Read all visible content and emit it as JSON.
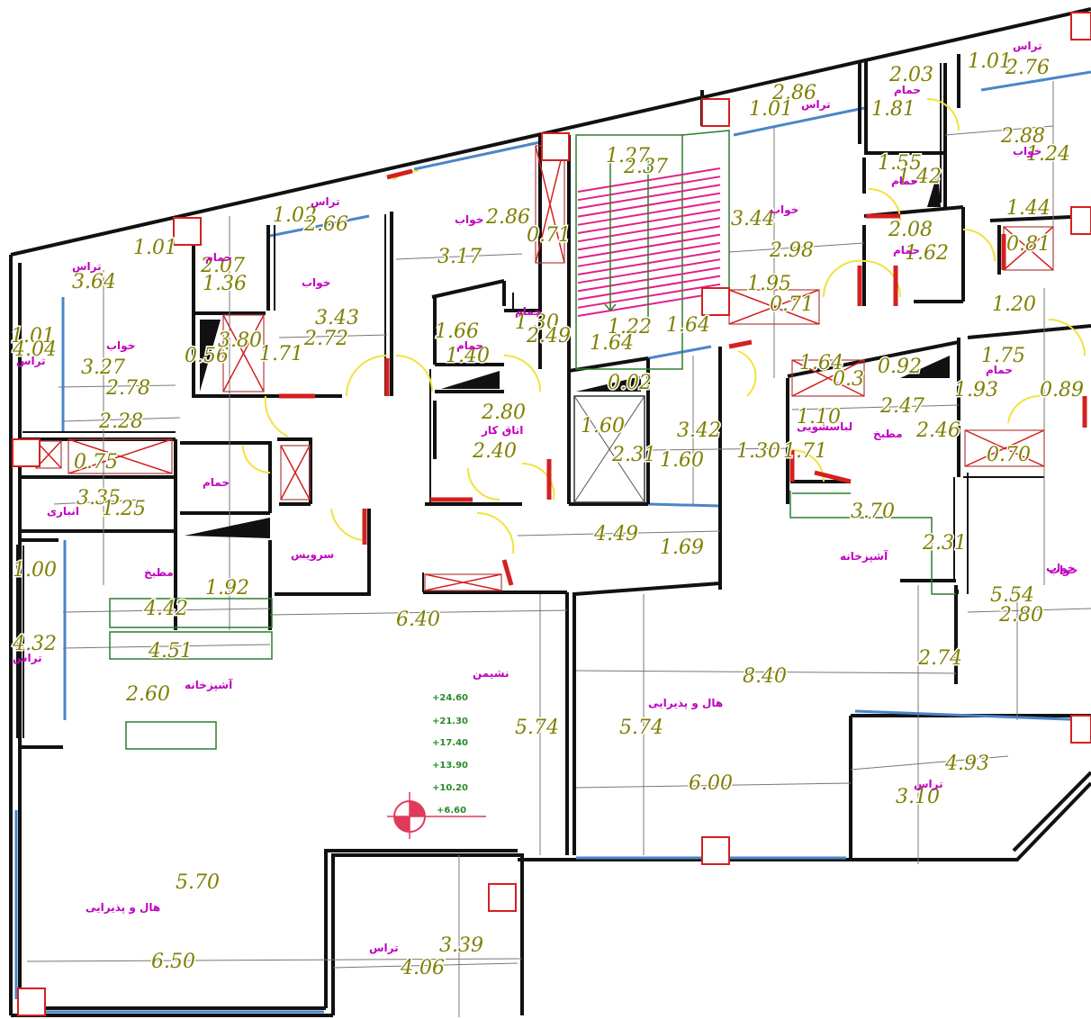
{
  "dimensions": [
    {
      "id": "d1",
      "v": "2.03"
    },
    {
      "id": "d2",
      "v": "1.01"
    },
    {
      "id": "d3",
      "v": "2.76"
    },
    {
      "id": "d4",
      "v": "2.86"
    },
    {
      "id": "d5",
      "v": "1.01"
    },
    {
      "id": "d6",
      "v": "1.81"
    },
    {
      "id": "d7",
      "v": "2.88"
    },
    {
      "id": "d8",
      "v": "1.24"
    },
    {
      "id": "d9",
      "v": "1.27"
    },
    {
      "id": "d10",
      "v": "2.37"
    },
    {
      "id": "d11",
      "v": "1.55"
    },
    {
      "id": "d12",
      "v": "1.42"
    },
    {
      "id": "d13",
      "v": "1.02"
    },
    {
      "id": "d14",
      "v": "2.66"
    },
    {
      "id": "d15",
      "v": "2.86"
    },
    {
      "id": "d16",
      "v": "3.44"
    },
    {
      "id": "d17",
      "v": "1.44"
    },
    {
      "id": "d18",
      "v": "0.71"
    },
    {
      "id": "d19",
      "v": "2.08"
    },
    {
      "id": "d20",
      "v": "0.81"
    },
    {
      "id": "d21",
      "v": "1.01"
    },
    {
      "id": "d22",
      "v": "2.07"
    },
    {
      "id": "d23",
      "v": "3.17"
    },
    {
      "id": "d24",
      "v": "2.98"
    },
    {
      "id": "d25",
      "v": "1.62"
    },
    {
      "id": "d26",
      "v": "3.64"
    },
    {
      "id": "d27",
      "v": "1.36"
    },
    {
      "id": "d28",
      "v": "1.95"
    },
    {
      "id": "d29",
      "v": "0.71"
    },
    {
      "id": "d30",
      "v": "1.20"
    },
    {
      "id": "d31",
      "v": "3.43"
    },
    {
      "id": "d32",
      "v": "1.66"
    },
    {
      "id": "d33",
      "v": "1.30"
    },
    {
      "id": "d34",
      "v": "1.22"
    },
    {
      "id": "d35",
      "v": "1.64"
    },
    {
      "id": "d36",
      "v": "1.01"
    },
    {
      "id": "d37",
      "v": "0.56"
    },
    {
      "id": "d38",
      "v": "3.80"
    },
    {
      "id": "d39",
      "v": "2.72"
    },
    {
      "id": "d40",
      "v": "2.49"
    },
    {
      "id": "d41",
      "v": "1.64"
    },
    {
      "id": "d42",
      "v": "1.75"
    },
    {
      "id": "d43",
      "v": "3.27"
    },
    {
      "id": "d44",
      "v": "1.71"
    },
    {
      "id": "d45",
      "v": "1.40"
    },
    {
      "id": "d46",
      "v": "1.64"
    },
    {
      "id": "d47",
      "v": "0.92"
    },
    {
      "id": "d48",
      "v": "0.89"
    },
    {
      "id": "d49",
      "v": "2.78"
    },
    {
      "id": "d50",
      "v": "0.02"
    },
    {
      "id": "d51",
      "v": "0.3"
    },
    {
      "id": "d52",
      "v": "1.93"
    },
    {
      "id": "d53",
      "v": "2.28"
    },
    {
      "id": "d54",
      "v": "2.80"
    },
    {
      "id": "d55",
      "v": "1.60"
    },
    {
      "id": "d56",
      "v": "2.47"
    },
    {
      "id": "d57",
      "v": "1.10"
    },
    {
      "id": "d58",
      "v": "3.42"
    },
    {
      "id": "d59",
      "v": "2.46"
    },
    {
      "id": "d60",
      "v": "0.75"
    },
    {
      "id": "d61",
      "v": "2.40"
    },
    {
      "id": "d62",
      "v": "2.31"
    },
    {
      "id": "d63",
      "v": "1.60"
    },
    {
      "id": "d64",
      "v": "1.30"
    },
    {
      "id": "d65",
      "v": "1.71"
    },
    {
      "id": "d66",
      "v": "0.70"
    },
    {
      "id": "d67",
      "v": "3.35"
    },
    {
      "id": "d68",
      "v": "1.25"
    },
    {
      "id": "d69",
      "v": "3.70"
    },
    {
      "id": "d70",
      "v": "4.49"
    },
    {
      "id": "d71",
      "v": "1.69"
    },
    {
      "id": "d72",
      "v": "2.31"
    },
    {
      "id": "d73",
      "v": "1.00"
    },
    {
      "id": "d74",
      "v": "1.92"
    },
    {
      "id": "d75",
      "v": "5.54"
    },
    {
      "id": "d76",
      "v": "4.42"
    },
    {
      "id": "d77",
      "v": "6.40"
    },
    {
      "id": "d78",
      "v": "2.80"
    },
    {
      "id": "d79",
      "v": "4.32"
    },
    {
      "id": "d80",
      "v": "4.51"
    },
    {
      "id": "d81",
      "v": "2.74"
    },
    {
      "id": "d82",
      "v": "8.40"
    },
    {
      "id": "d83",
      "v": "2.60"
    },
    {
      "id": "d84",
      "v": "5.74"
    },
    {
      "id": "d85",
      "v": "5.74"
    },
    {
      "id": "d86",
      "v": "4.93"
    },
    {
      "id": "d87",
      "v": "6.00"
    },
    {
      "id": "d88",
      "v": "3.10"
    },
    {
      "id": "d89",
      "v": "5.70"
    },
    {
      "id": "d90",
      "v": "3.39"
    },
    {
      "id": "d91",
      "v": "6.50"
    },
    {
      "id": "d92",
      "v": "4.06"
    },
    {
      "id": "d93",
      "v": "4.04"
    }
  ],
  "rooms": [
    {
      "id": "r1",
      "v": "تراس"
    },
    {
      "id": "r2",
      "v": "حمام"
    },
    {
      "id": "r3",
      "v": "تراس"
    },
    {
      "id": "r4",
      "v": "خواب"
    },
    {
      "id": "r5",
      "v": "تراس"
    },
    {
      "id": "r6",
      "v": "خواب"
    },
    {
      "id": "r7",
      "v": "خواب"
    },
    {
      "id": "r8",
      "v": "حمام"
    },
    {
      "id": "r9",
      "v": "حمام"
    },
    {
      "id": "r10",
      "v": "خواب"
    },
    {
      "id": "r11",
      "v": "تراس"
    },
    {
      "id": "r12",
      "v": "خواب"
    },
    {
      "id": "r13",
      "v": "حمام"
    },
    {
      "id": "r14",
      "v": "تراس"
    },
    {
      "id": "r15",
      "v": "خواب"
    },
    {
      "id": "r16",
      "v": "حمام"
    },
    {
      "id": "r17",
      "v": "حمام"
    },
    {
      "id": "r18",
      "v": "اتاق کار"
    },
    {
      "id": "r19",
      "v": "حمام"
    },
    {
      "id": "r20",
      "v": "لباسشویی"
    },
    {
      "id": "r21",
      "v": "مطبخ"
    },
    {
      "id": "r22",
      "v": "حمام"
    },
    {
      "id": "r23",
      "v": "انباری"
    },
    {
      "id": "r24",
      "v": "سرویس"
    },
    {
      "id": "r25",
      "v": "آشپزخانه"
    },
    {
      "id": "r26",
      "v": "خواب"
    },
    {
      "id": "r27",
      "v": "مطبخ"
    },
    {
      "id": "r28",
      "v": "تراس"
    },
    {
      "id": "r29",
      "v": "آشپزخانه"
    },
    {
      "id": "r30",
      "v": "نشیمن"
    },
    {
      "id": "r31",
      "v": "هال و پذیرایی"
    },
    {
      "id": "r32",
      "v": "تراس"
    },
    {
      "id": "r33",
      "v": "هال و پذیرایی"
    },
    {
      "id": "r34",
      "v": "تراس"
    }
  ],
  "levels": [
    "+24.60",
    "+21.30",
    "+17.40",
    "+13.90",
    "+10.20",
    "+6.60"
  ],
  "colors": {
    "wall": "#111111",
    "dimension": "#7f7f00",
    "room_label": "#c000c0",
    "column": "#d42020",
    "glass": "#4a86c8",
    "door": "#f2e23a",
    "level": "#2a8a2a"
  }
}
